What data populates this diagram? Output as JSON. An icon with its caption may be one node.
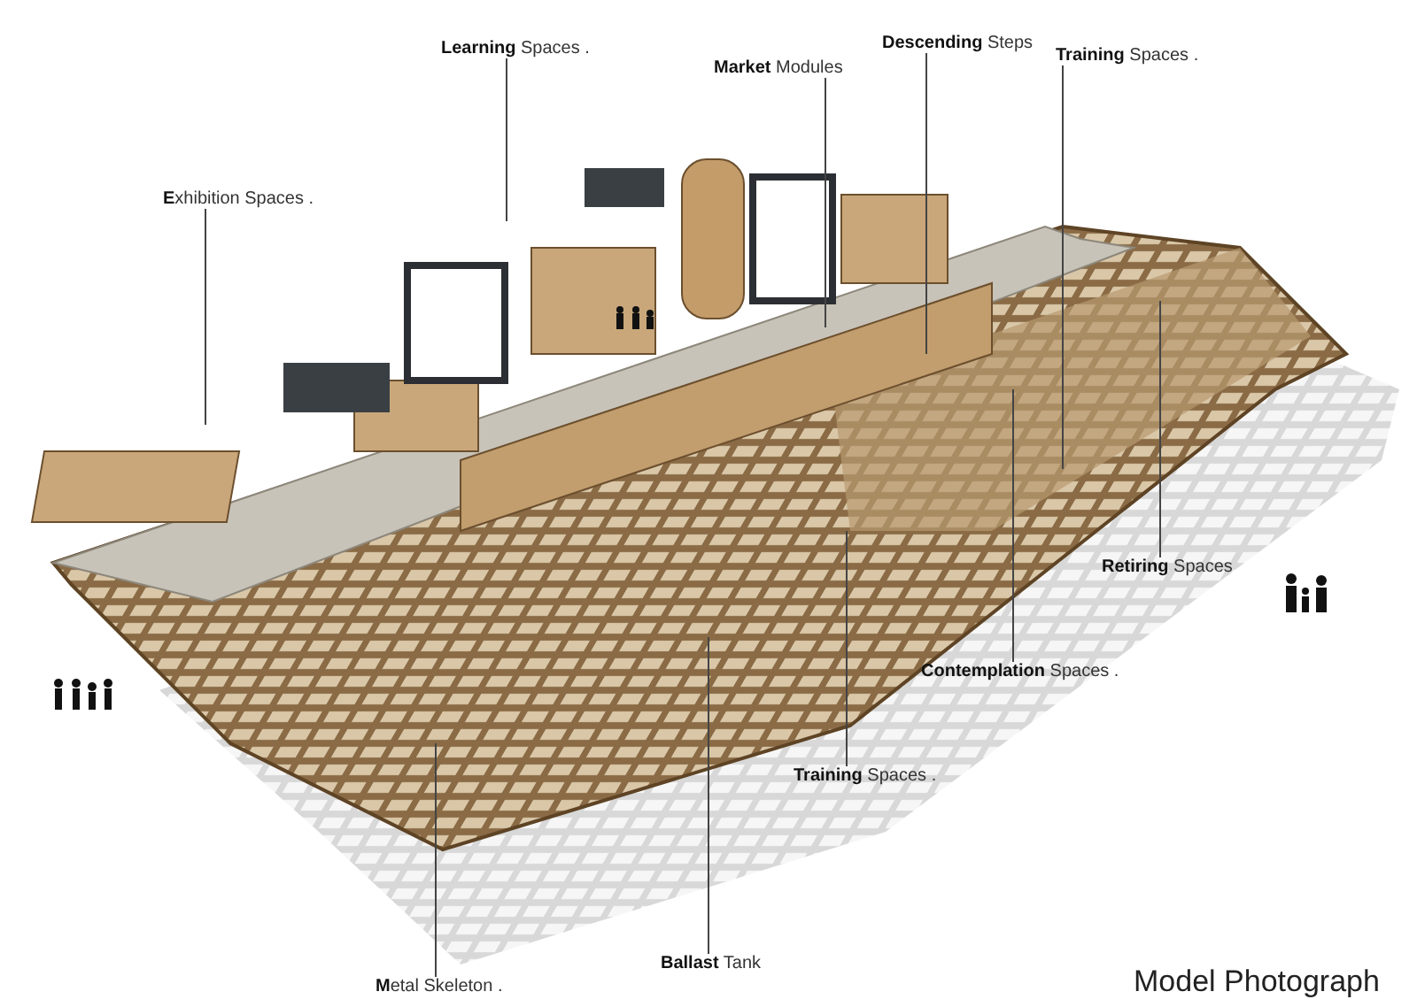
{
  "diagram": {
    "caption": "Model Photograph",
    "nodes": [
      {
        "text": [
          "**Learning** Spaces ."
        ]
      },
      {
        "text": [
          "**Market** Modules"
        ]
      },
      {
        "text": [
          "**Descending** Steps"
        ]
      },
      {
        "text": [
          "**Training** Spaces ."
        ]
      },
      {
        "text": [
          "**E**xhibition Spaces ."
        ]
      },
      {
        "text": [
          "**Retiring** Spaces"
        ]
      },
      {
        "text": [
          "**Contemplation** Spaces ."
        ]
      },
      {
        "text": [
          "**Training** Spaces ."
        ]
      },
      {
        "text": [
          "**Ballast** Tank"
        ]
      },
      {
        "text": [
          "**M**etal Skeleton ."
        ]
      }
    ],
    "edges": [
      {
        "from": 0,
        "to": null,
        "arrow": "none"
      },
      {
        "from": 1,
        "to": null,
        "arrow": "none"
      },
      {
        "from": 2,
        "to": null,
        "arrow": "none"
      },
      {
        "from": 3,
        "to": null,
        "arrow": "none"
      },
      {
        "from": 4,
        "to": null,
        "arrow": "none"
      },
      {
        "from": 5,
        "to": null,
        "arrow": "none"
      },
      {
        "from": 6,
        "to": null,
        "arrow": "none"
      },
      {
        "from": 7,
        "to": null,
        "arrow": "none"
      },
      {
        "from": 8,
        "to": null,
        "arrow": "none"
      },
      {
        "from": 9,
        "to": null,
        "arrow": "none"
      }
    ]
  }
}
